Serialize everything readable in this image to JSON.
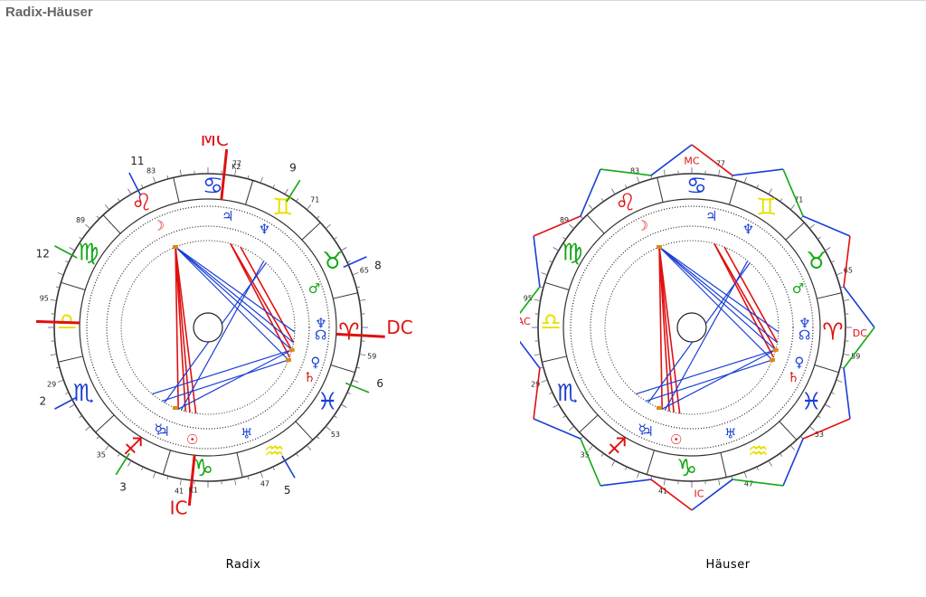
{
  "title": "Radix-Häuser",
  "captions": {
    "left": "Radix",
    "right": "Häuser"
  },
  "zodiac": [
    {
      "glyph": "♋",
      "color": "#1a3fd6"
    },
    {
      "glyph": "♊",
      "color": "#e8e000"
    },
    {
      "glyph": "♉",
      "color": "#13a813"
    },
    {
      "glyph": "♈",
      "color": "#e01010"
    },
    {
      "glyph": "♓",
      "color": "#1a3fd6"
    },
    {
      "glyph": "♒",
      "color": "#e8e000"
    },
    {
      "glyph": "♑",
      "color": "#13a813"
    },
    {
      "glyph": "♐",
      "color": "#e01010"
    },
    {
      "glyph": "♏",
      "color": "#1a3fd6"
    },
    {
      "glyph": "♎",
      "color": "#e8e000"
    },
    {
      "glyph": "♍",
      "color": "#13a813"
    },
    {
      "glyph": "♌",
      "color": "#e01010"
    }
  ],
  "ring_numbers": [
    "77",
    "71",
    "65",
    "59",
    "53",
    "47",
    "41",
    "35",
    "29",
    "95",
    "89",
    "83"
  ],
  "angles": {
    "mc": "MC",
    "dc": "DC",
    "ic": "IC",
    "ac": "AC"
  },
  "house_numbers": [
    "9",
    "8",
    "6",
    "5",
    "3",
    "2",
    "12",
    "11"
  ],
  "planets": [
    {
      "glyph": "☽",
      "color": "#e01010",
      "name": "moon"
    },
    {
      "glyph": "♃",
      "color": "#1a3fd6",
      "name": "jupiter"
    },
    {
      "glyph": "♆",
      "color": "#1a3fd6",
      "name": "neptune"
    },
    {
      "glyph": "♂",
      "color": "#13a813",
      "name": "mars"
    },
    {
      "glyph": "♆",
      "color": "#1a3fd6",
      "name": "neptune-2"
    },
    {
      "glyph": "☊",
      "color": "#1a3fd6",
      "name": "node"
    },
    {
      "glyph": "♀",
      "color": "#1a3fd6",
      "name": "venus"
    },
    {
      "glyph": "♄",
      "color": "#e01010",
      "name": "saturn"
    },
    {
      "glyph": "♃",
      "color": "#1a3fd6",
      "name": "jupiter-2"
    },
    {
      "glyph": "☉",
      "color": "#e01010",
      "name": "sun"
    },
    {
      "glyph": "☿",
      "color": "#1a3fd6",
      "name": "mercury"
    },
    {
      "glyph": "♅",
      "color": "#1a3fd6",
      "name": "uranus"
    }
  ],
  "marks": {
    "k1": "K1",
    "k2": "K2"
  },
  "colors": {
    "red": "#e01010",
    "blue": "#1a3fd6",
    "green": "#13a813"
  }
}
